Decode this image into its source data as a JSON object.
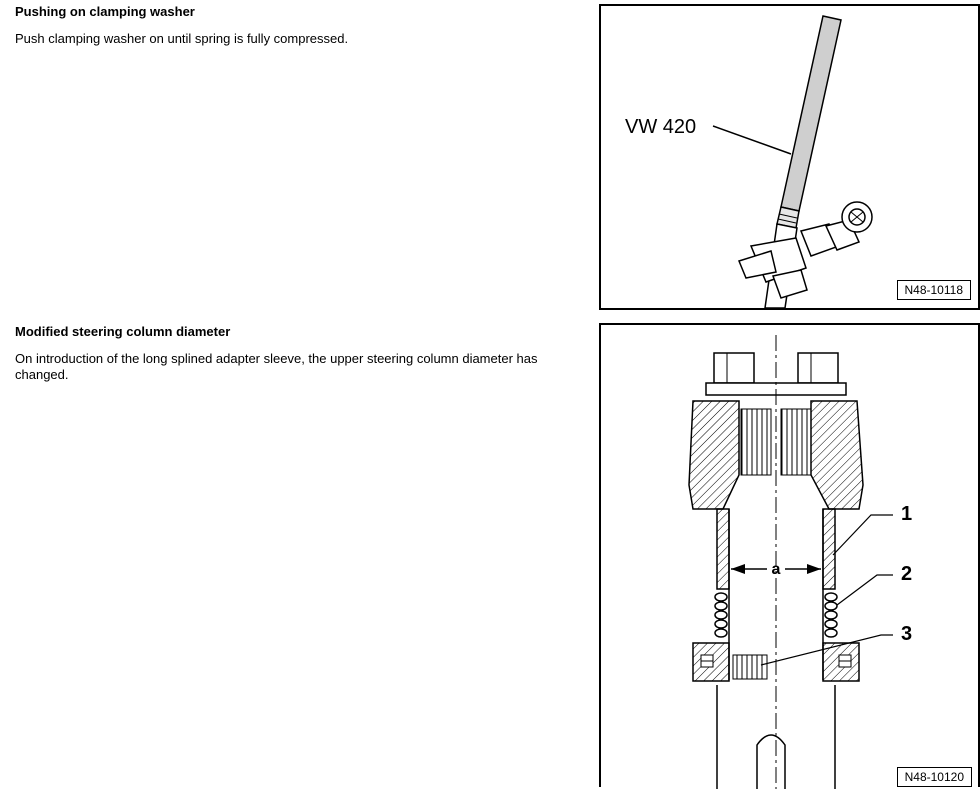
{
  "section1": {
    "title": "Pushing on clamping washer",
    "text": "Push clamping washer on until spring is fully compressed.",
    "figure": {
      "tool_label": "VW 420",
      "ref": "N48-10118"
    }
  },
  "section2": {
    "title": "Modified steering column diameter",
    "text": "On introduction of the long splined adapter sleeve, the upper steering column diameter has changed.",
    "figure": {
      "callouts": [
        "1",
        "2",
        "3"
      ],
      "dimension_label": "a",
      "ref": "N48-10120"
    }
  }
}
